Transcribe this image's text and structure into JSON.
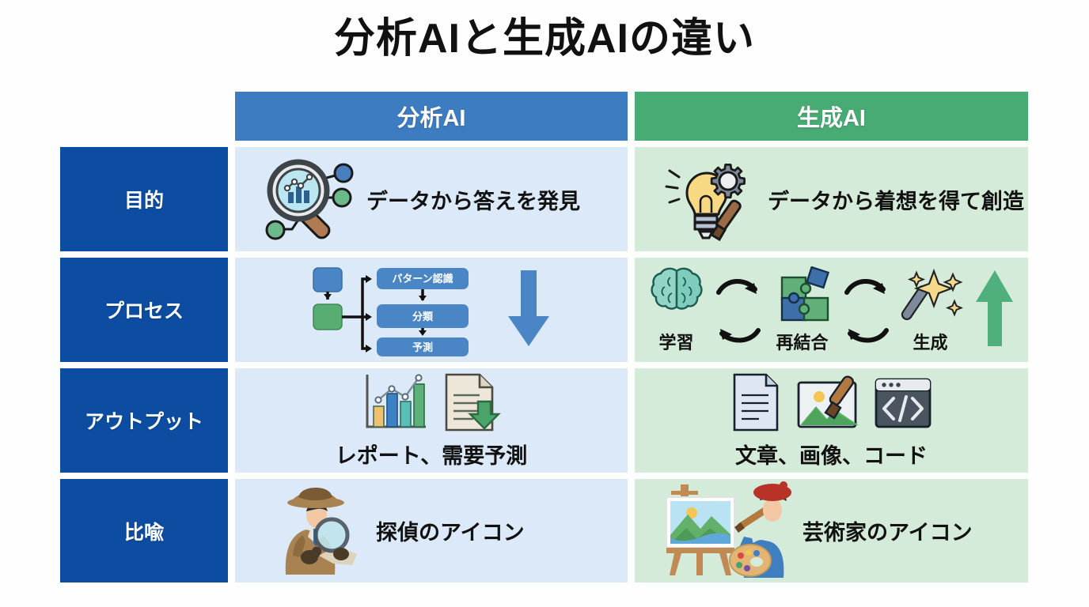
{
  "title": "分析AIと生成AIの違い",
  "columns": {
    "left_header": "分析AI",
    "right_header": "生成AI",
    "left_color": "#3d7cc0",
    "right_color": "#48ab74",
    "label_color": "#0c4da2",
    "left_cell_bg": "#dce9f8",
    "right_cell_bg": "#d5ebd9"
  },
  "rows": [
    {
      "label": "目的",
      "analytical": {
        "text": "データから答えを発見",
        "icons": [
          "magnifier-chart-icon"
        ]
      },
      "generative": {
        "text": "データから着想を得て創造",
        "icons": [
          "lightbulb-gear-brush-icon"
        ]
      }
    },
    {
      "label": "プロセス",
      "analytical": {
        "text": "",
        "flow": {
          "nodes": [
            "パターン認識",
            "分類",
            "予測"
          ],
          "source_blue": "",
          "source_green": "",
          "big_arrow": "down-arrow"
        },
        "icons": [
          "flowchart-icon",
          "down-arrow-icon"
        ]
      },
      "generative": {
        "text": "",
        "cycle": {
          "stages": [
            "学習",
            "再結合",
            "生成"
          ],
          "big_arrow": "up-arrow"
        },
        "icons": [
          "brain-icon",
          "puzzle-icon",
          "magic-wand-icon",
          "up-arrow-icon"
        ]
      }
    },
    {
      "label": "アウトプット",
      "analytical": {
        "text": "レポート、需要予測",
        "icons": [
          "bar-line-chart-icon",
          "document-download-icon"
        ]
      },
      "generative": {
        "text": "文章、画像、コード",
        "icons": [
          "document-icon",
          "image-brush-icon",
          "code-window-icon"
        ]
      }
    },
    {
      "label": "比喩",
      "analytical": {
        "text": "探偵のアイコン",
        "icons": [
          "detective-icon"
        ]
      },
      "generative": {
        "text": "芸術家のアイコン",
        "icons": [
          "artist-icon"
        ]
      }
    }
  ]
}
